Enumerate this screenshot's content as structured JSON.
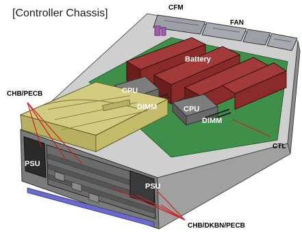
{
  "title": "[Controller Chassis]",
  "labels": {
    "cfm": "CFM",
    "fan": "FAN",
    "battery": "Battery",
    "cpu_left": "CPU",
    "dimm_left": "DIMM",
    "cpu_right": "CPU",
    "dimm_right": "DIMM",
    "chb_pecb": "CHB/PECB",
    "psu_left": "PSU",
    "psu_right": "PSU",
    "ctl": "CTL",
    "chb_dkbn_pecb": "CHB/DKBN/PECB"
  },
  "colors": {
    "chassis_gray": "#9a9a9a",
    "cover_yellow": "#c8c070",
    "battery_red": "#8b2a2a",
    "board_green": "#3f8f4a",
    "callout_red": "#cc2020"
  }
}
